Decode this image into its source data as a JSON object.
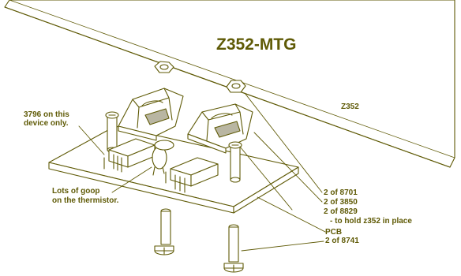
{
  "title": "Z352-MTG",
  "panel_label": "Z352",
  "callouts": {
    "note_3796_line1": "3796 on this",
    "note_3796_line2": "device only.",
    "goop_line1": "Lots of goop",
    "goop_line2": "on the thermistor.",
    "part_8701": "2 of 8701",
    "part_3850": "2 of 3850",
    "part_8829": "2 of 8829",
    "part_8829_note": "- to hold z352 in place",
    "pcb": "PCB",
    "part_8741": "2 of 8741"
  },
  "colors": {
    "ink": "#5f5a06",
    "shade": "#b9b6a2",
    "background": "#ffffff"
  }
}
